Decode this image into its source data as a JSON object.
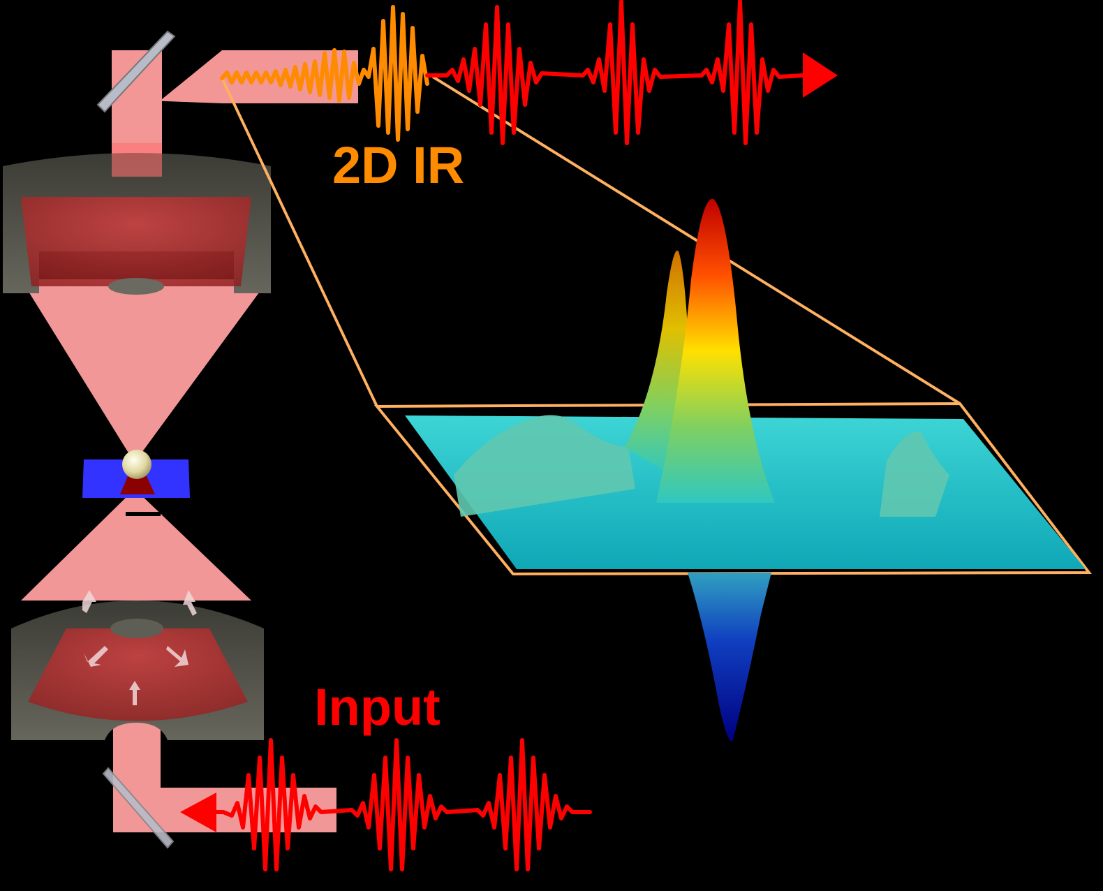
{
  "labels": {
    "output_label": "2D IR",
    "input_label": "Input"
  },
  "colors": {
    "background": "#000000",
    "beam": "#ff9f9f",
    "output_pulse": "#ff8c00",
    "input_pulse": "#ff0000",
    "zoom_frame": "#ffb060",
    "sample_plane": "#3333ff",
    "sample_sphere": "#e8e0a8",
    "sample_base": "#8b0000",
    "mirror": "#b8bcc8",
    "objective_body": "#5e5e54",
    "surface_base": "#00f0ff"
  },
  "components": {
    "top_mirror": "mirror",
    "top_objective": "reflective-objective",
    "sample": "sample-on-substrate",
    "bottom_objective": "reflective-objective",
    "bottom_mirror": "mirror",
    "spectrum_plot": "2d-ir-surface-plot"
  }
}
